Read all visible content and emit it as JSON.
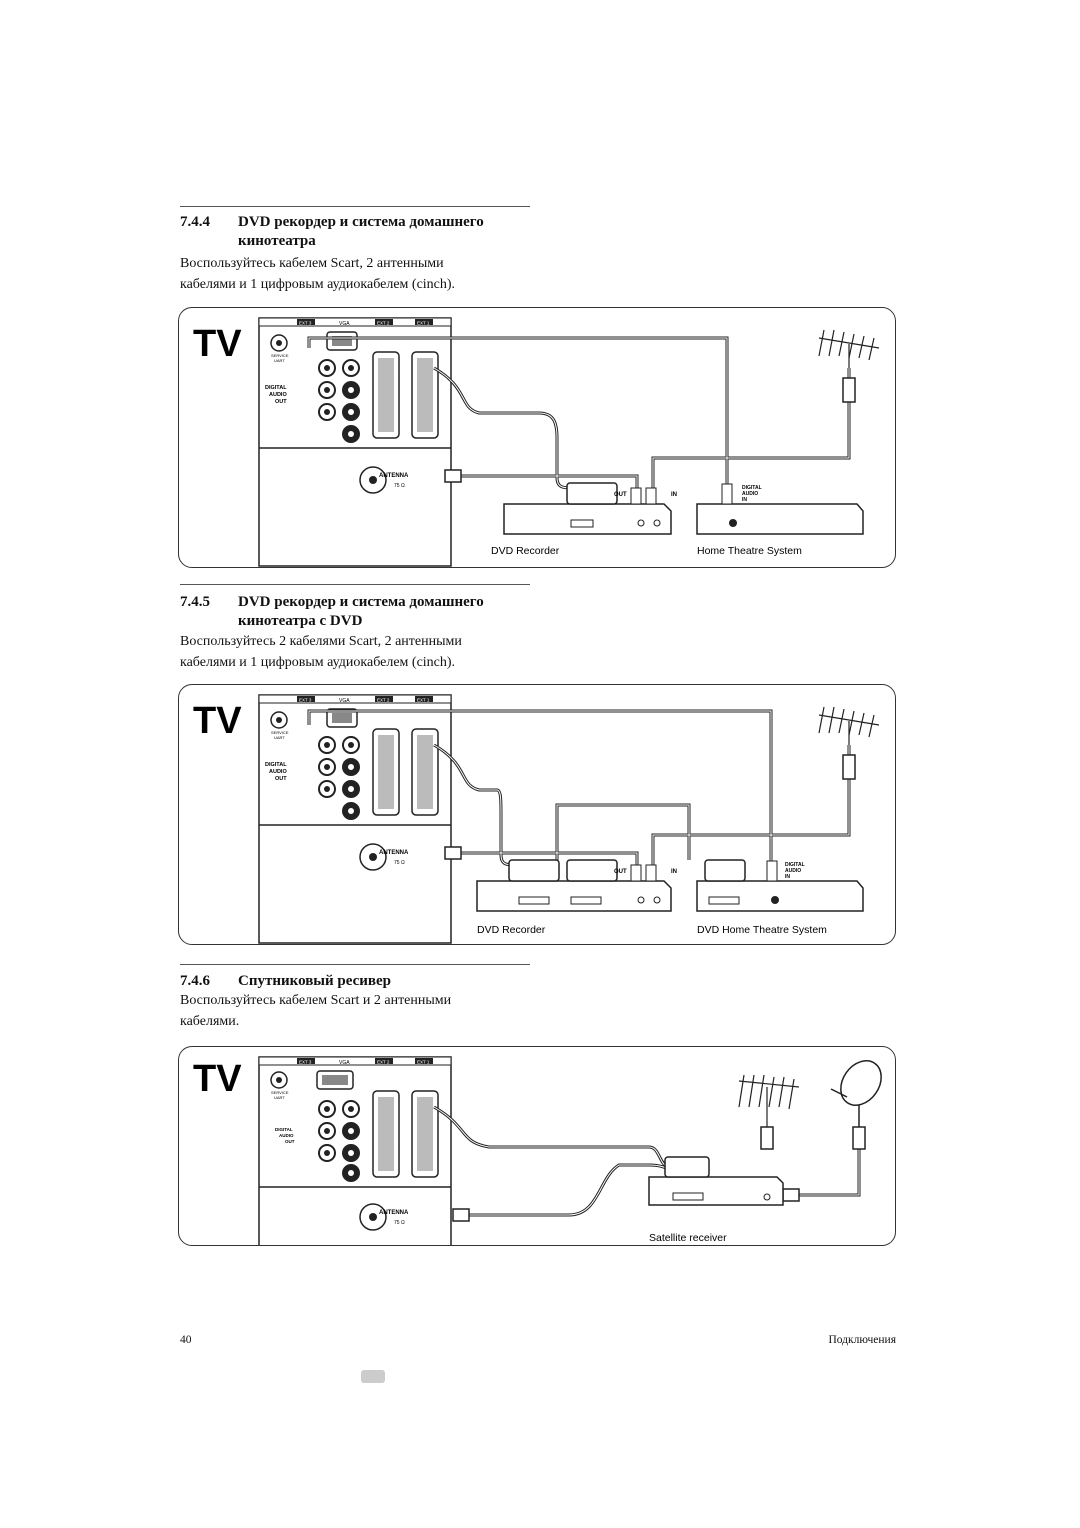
{
  "sections": [
    {
      "number": "7.4.4",
      "title_line1": "DVD рекордер и система домашнего",
      "title_line2": "кинотеатра",
      "text_line1": "Воспользуйтесь кабелем Scart, 2 антенными",
      "text_line2": "кабелями и 1 цифровым аудиокабелем (cinch).",
      "device_left": "DVD Recorder",
      "device_right": "Home Theatre System"
    },
    {
      "number": "7.4.5",
      "title_line1": "DVD рекордер и система домашнего",
      "title_line2": "кинотеатра с DVD",
      "text_line1": "Воспользуйтесь 2 кабелями Scart, 2 антенными",
      "text_line2": "кабелями и 1 цифровым аудиокабелем (cinch).",
      "device_left": "DVD Recorder",
      "device_right": "DVD Home Theatre System"
    },
    {
      "number": "7.4.6",
      "title_line1": "Спутниковый ресивер",
      "text_line1": "Воспользуйтесь кабелем Scart и 2 антенными",
      "text_line2": "кабелями.",
      "device_center": "Satellite receiver"
    }
  ],
  "tv_panel": {
    "tv_label": "TV",
    "ext3": "EXT 3",
    "vga": "VGA",
    "ext2": "EXT 2",
    "ext1": "EXT 1",
    "service": "SERVICE",
    "uart": "UART",
    "digital": "DIGITAL",
    "audio": "AUDIO",
    "out": "OUT",
    "antenna": "ANTENNA",
    "ohm": "75 Ω",
    "port_out": "OUT",
    "port_in": "IN",
    "digital_audio_in_1": "DIGITAL",
    "digital_audio_in_2": "AUDIO",
    "digital_audio_in_3": "IN"
  },
  "footer": {
    "page_number": "40",
    "chapter": "Подключения"
  }
}
